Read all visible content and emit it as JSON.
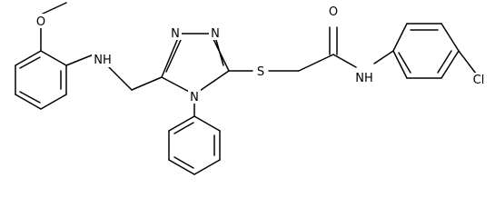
{
  "atoms": {
    "methoxy_o": "O",
    "amine_nh": "NH",
    "triazole_n1": "N",
    "triazole_n2": "N",
    "triazole_n4": "N",
    "thioether_s": "S",
    "carbonyl_o": "O",
    "amide_nh": "NH",
    "chloro": "Cl"
  },
  "colors": {
    "bond": "#000000",
    "background": "#ffffff"
  }
}
